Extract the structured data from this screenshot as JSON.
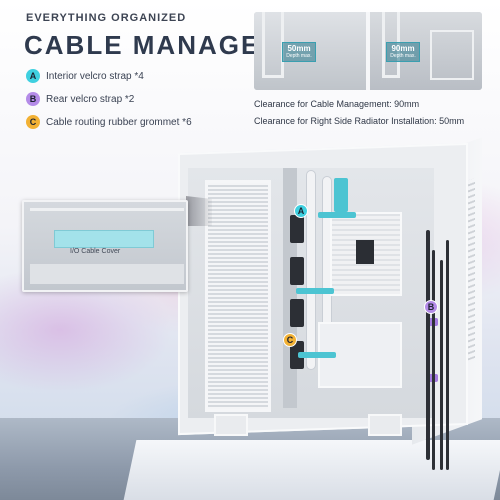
{
  "header": {
    "eyebrow": "EVERYTHING ORGANIZED",
    "title": "CABLE MANAGEMENT"
  },
  "legend": [
    {
      "marker": "A",
      "label": "Interior velcro strap *4",
      "color": "#3fd0e0"
    },
    {
      "marker": "B",
      "label": "Rear velcro strap *2",
      "color": "#b48be8"
    },
    {
      "marker": "C",
      "label": "Cable routing rubber grommet *6",
      "color": "#f2b134"
    }
  ],
  "detail_panel": {
    "left_value": "50mm",
    "left_sub": "Depth max.",
    "right_value": "90mm",
    "right_sub": "Depth max."
  },
  "clearance": {
    "cable": "Clearance for Cable Management: 90mm",
    "radiator": "Clearance for Right Side Radiator Installation: 50mm"
  },
  "zoom": {
    "label": "I/O Cable Cover"
  },
  "markers": {
    "a": "A",
    "b": "B",
    "c": "C"
  },
  "colors": {
    "heading": "#2f3a4e",
    "velcro_interior": "#4cc4d2",
    "velcro_rear": "#a47be0",
    "grommet": "#f2b134"
  }
}
